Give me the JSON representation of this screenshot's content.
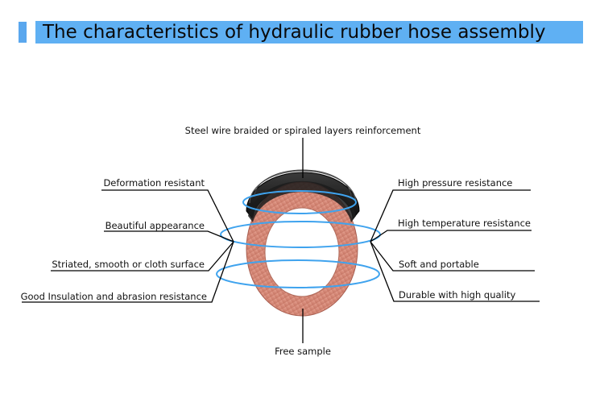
{
  "title": "The characteristics of hydraulic rubber hose assembly",
  "labels": {
    "top": "Steel wire braided or spiraled layers reinforcement",
    "bottom": "Free sample",
    "left": [
      "Deformation resistant",
      "Beautiful appearance",
      "Striated, smooth or cloth surface",
      "Good Insulation and abrasion resistance"
    ],
    "right": [
      "High pressure resistance",
      "High temperature resistance",
      "Soft and portable",
      "Durable with high quality"
    ]
  },
  "colors": {
    "banner": "#5fb0f3",
    "accent": "#5aa7ee",
    "hose_cover": "#d98f7f",
    "hose_reinforcement": "#1a1a1a",
    "rings": "#3fa3ee",
    "lines": "#000000"
  },
  "icons": [
    "hydraulic-hose-coil"
  ]
}
